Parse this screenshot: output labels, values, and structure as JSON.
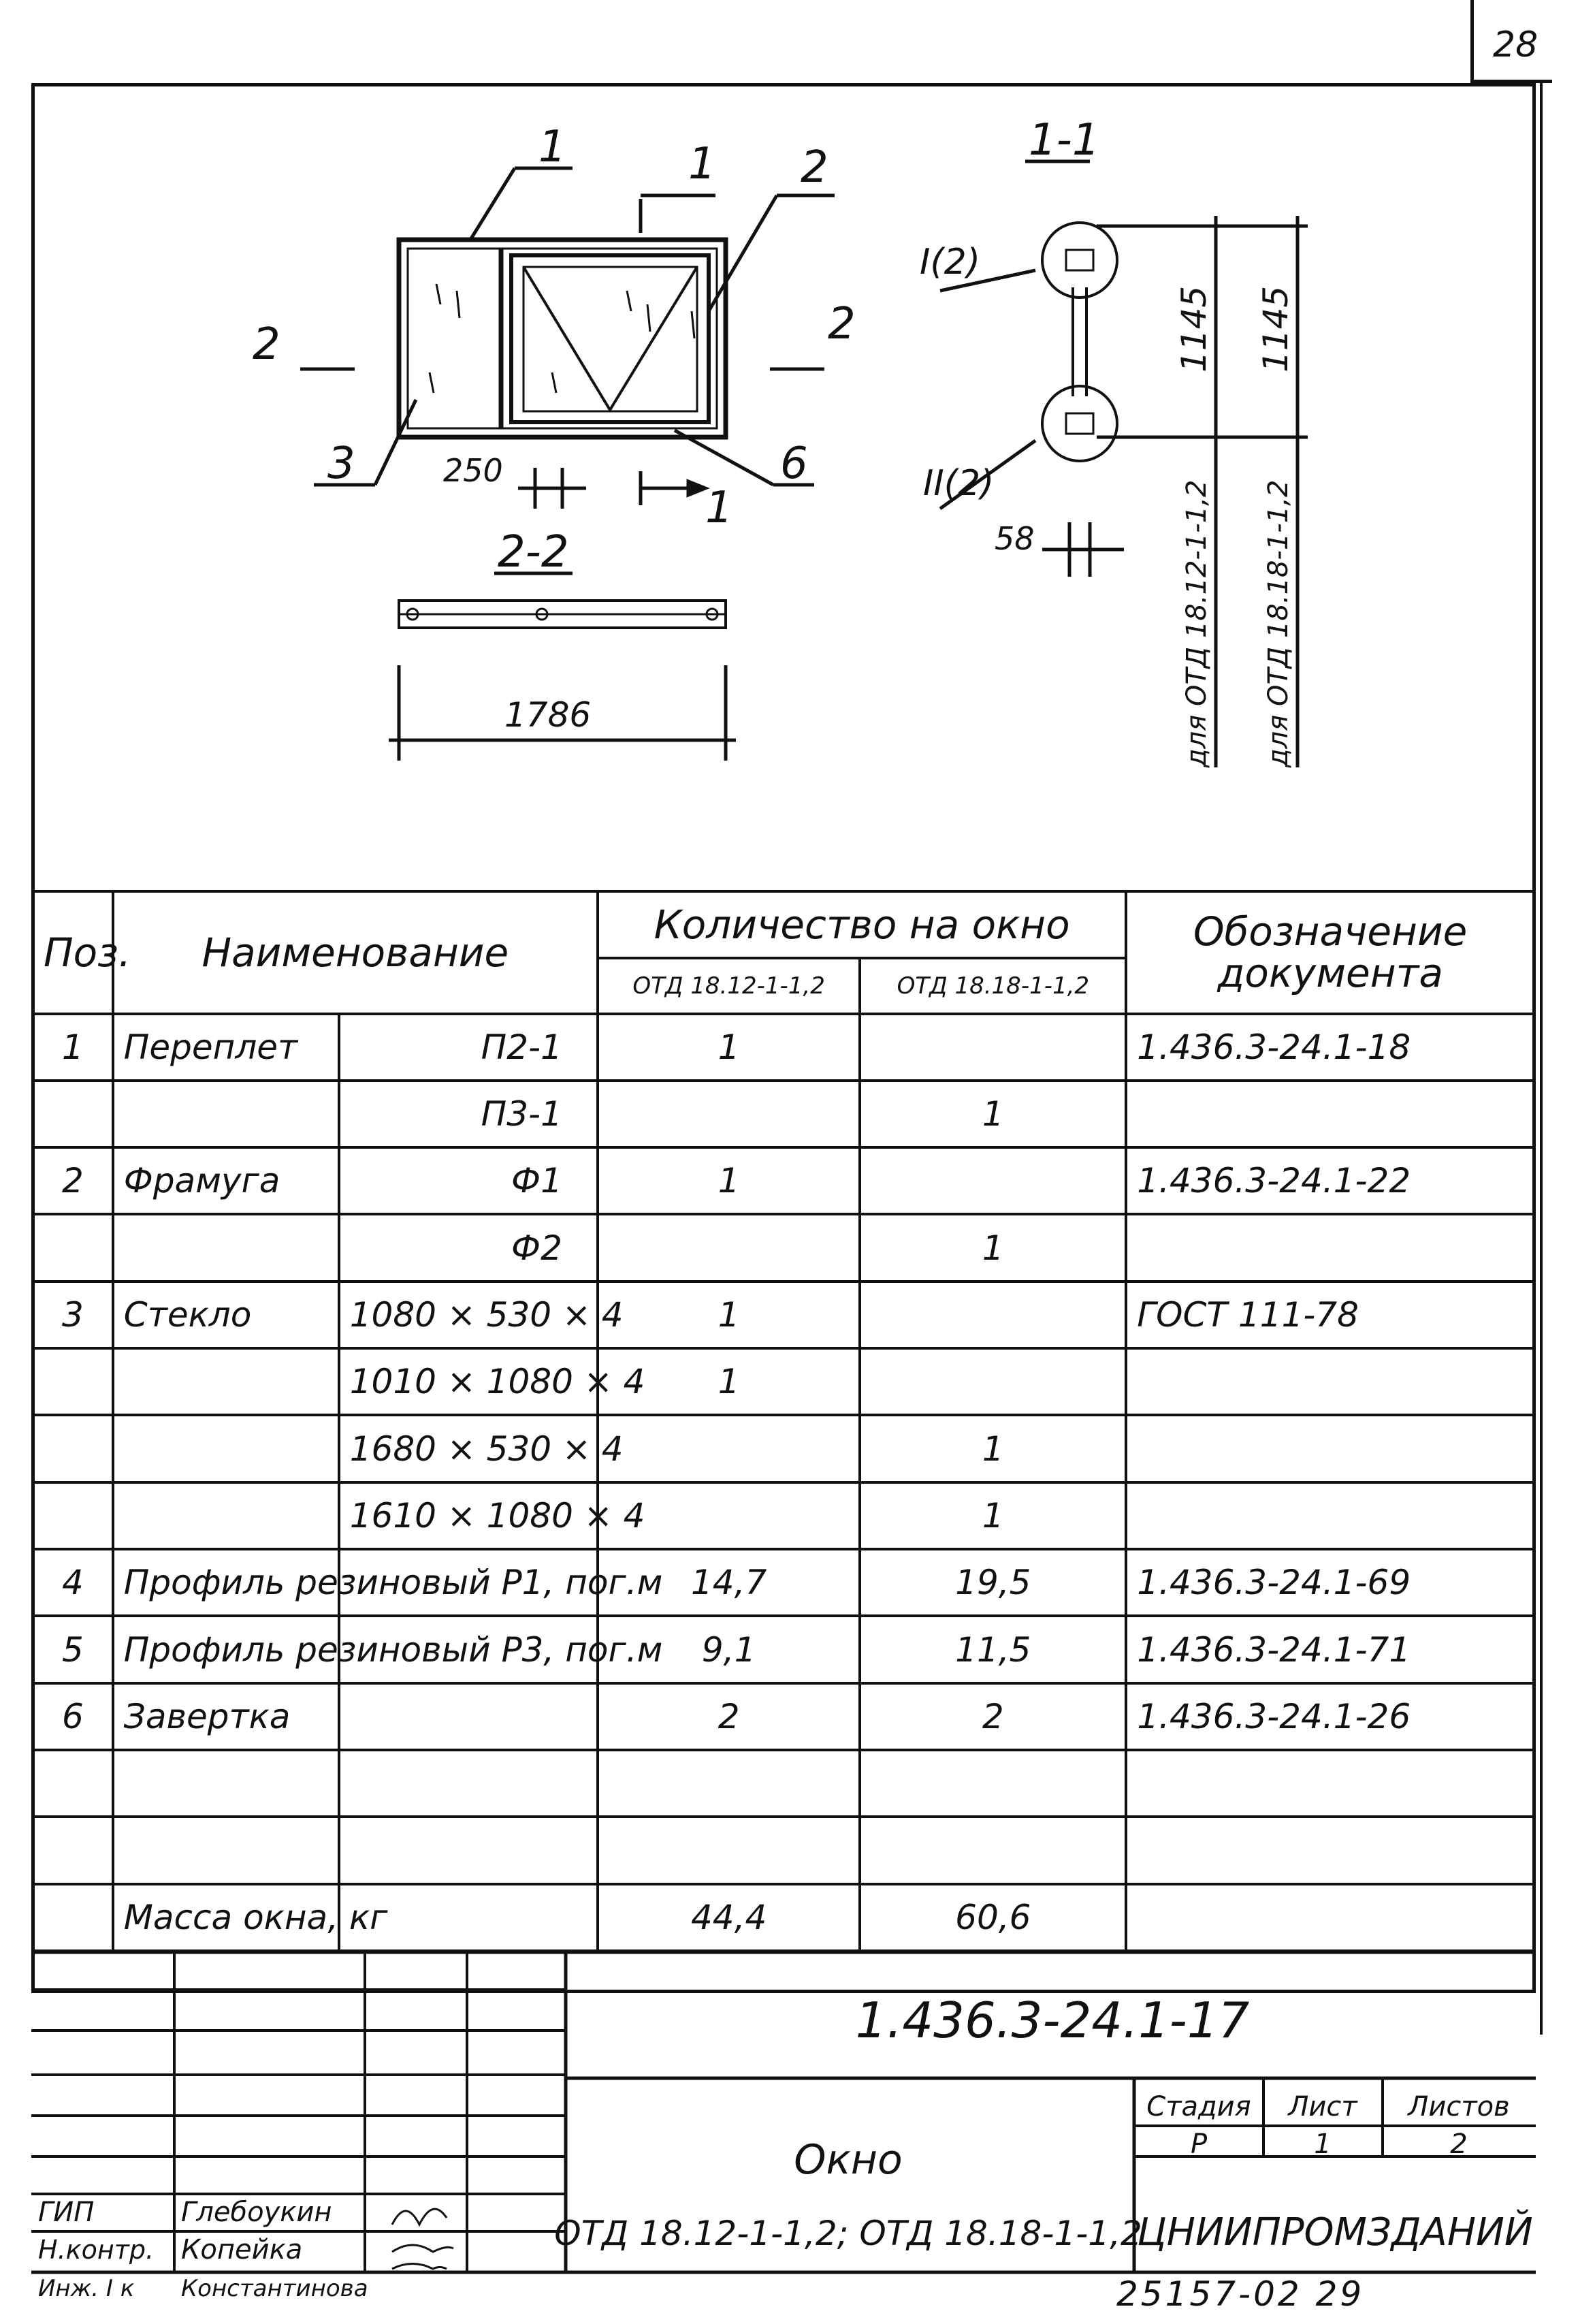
{
  "sheet_corner_number": "28",
  "drawing": {
    "labels": {
      "pos1": "1",
      "pos2": "2",
      "pos3": "3",
      "pos6": "6",
      "section_1_1": "1-1",
      "section_2_2": "2-2",
      "section_mark_1_top": "1",
      "section_mark_1_bottom": "1",
      "section_mark_2_left": "2",
      "section_mark_2_right": "2",
      "dim_250": "250",
      "dim_1786": "1786",
      "dim_58": "58",
      "dim_1145a": "1145",
      "dim_1145b": "1145",
      "node_1": "I(2)",
      "node_2": "II(2)",
      "vert_note_1": "для ОТД 18.12-1-1,2",
      "vert_note_2": "для ОТД 18.18-1-1,2"
    }
  },
  "spec_table": {
    "headers": {
      "pos": "Поз.",
      "name": "Наименование",
      "qty": "Количество на окно",
      "qty_col1": "ОТД 18.12-1-1,2",
      "qty_col2": "ОТД 18.18-1-1,2",
      "doc": "Обозначение документа"
    },
    "rows": [
      {
        "pos": "1",
        "name": "Переплет",
        "spec": "П2-1",
        "q1": "1",
        "q2": "",
        "doc": "1.436.3-24.1-18"
      },
      {
        "pos": "",
        "name": "",
        "spec": "П3-1",
        "q1": "",
        "q2": "1",
        "doc": ""
      },
      {
        "pos": "2",
        "name": "Фрамуга",
        "spec": "Ф1",
        "q1": "1",
        "q2": "",
        "doc": "1.436.3-24.1-22"
      },
      {
        "pos": "",
        "name": "",
        "spec": "Ф2",
        "q1": "",
        "q2": "1",
        "doc": ""
      },
      {
        "pos": "3",
        "name": "Стекло",
        "spec": "1080 × 530 × 4",
        "q1": "1",
        "q2": "",
        "doc": "ГОСТ 111-78"
      },
      {
        "pos": "",
        "name": "",
        "spec": "1010 × 1080 × 4",
        "q1": "1",
        "q2": "",
        "doc": ""
      },
      {
        "pos": "",
        "name": "",
        "spec": "1680 × 530 × 4",
        "q1": "",
        "q2": "1",
        "doc": ""
      },
      {
        "pos": "",
        "name": "",
        "spec": "1610 × 1080 × 4",
        "q1": "",
        "q2": "1",
        "doc": ""
      },
      {
        "pos": "4",
        "name": "Профиль резиновый Р1, пог.м",
        "spec": "",
        "q1": "14,7",
        "q2": "19,5",
        "doc": "1.436.3-24.1-69"
      },
      {
        "pos": "5",
        "name": "Профиль резиновый Р3, пог.м",
        "spec": "",
        "q1": "9,1",
        "q2": "11,5",
        "doc": "1.436.3-24.1-71"
      },
      {
        "pos": "6",
        "name": "Завертка",
        "spec": "",
        "q1": "2",
        "q2": "2",
        "doc": "1.436.3-24.1-26"
      },
      {
        "pos": "",
        "name": "",
        "spec": "",
        "q1": "",
        "q2": "",
        "doc": ""
      },
      {
        "pos": "",
        "name": "",
        "spec": "",
        "q1": "",
        "q2": "",
        "doc": ""
      },
      {
        "pos": "",
        "name": "Масса окна, кг",
        "spec": "",
        "q1": "44,4",
        "q2": "60,6",
        "doc": ""
      }
    ]
  },
  "title_block": {
    "doc_code": "1.436.3-24.1-17",
    "title": "Окно",
    "subtitle": "ОТД 18.12-1-1,2; ОТД 18.18-1-1,2",
    "stage_label": "Стадия",
    "sheet_label": "Лист",
    "sheets_label": "Листов",
    "stage": "Р",
    "sheet": "1",
    "sheets": "2",
    "org": "ЦНИИПРОМЗДАНИЙ",
    "people": [
      {
        "role": "ГИП",
        "name": "Глебоукин"
      },
      {
        "role": "Н.контр.",
        "name": "Копейка"
      },
      {
        "role": "Инж. I к",
        "name": "Константинова"
      }
    ]
  },
  "bottom_code": "25157-02   29"
}
